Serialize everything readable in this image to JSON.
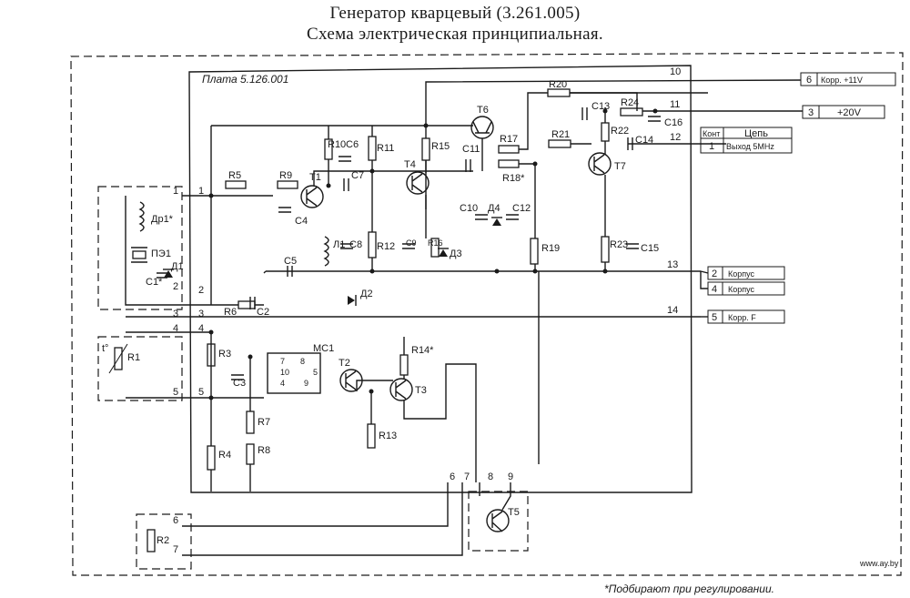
{
  "title": "Генератор кварцевый (3.261.005)",
  "subtitle": "Схема электрическая принципиальная.",
  "board_label": "Плата 5.126.001",
  "footnote": "*Подбирают при регулировании.",
  "watermark": "www.ay.by",
  "connector_table": {
    "header_left": "Конт",
    "header_right": "Цепь",
    "row_num": "1",
    "row_text": "Выход 5MHz"
  },
  "external_connectors": [
    {
      "num": "6",
      "label": "Корр. +11V"
    },
    {
      "num": "3",
      "label": "+20V"
    },
    {
      "num": "2",
      "label": "Корпус"
    },
    {
      "num": "4",
      "label": "Корпус"
    },
    {
      "num": "5",
      "label": "Корр. F"
    }
  ],
  "components": {
    "resistors": [
      "R1",
      "R2",
      "R3",
      "R4",
      "R5",
      "R6",
      "R7",
      "R8",
      "R9",
      "R10",
      "R11",
      "R12",
      "R13",
      "R14*",
      "R15",
      "R16",
      "R17",
      "R18*",
      "R19",
      "R20",
      "R21",
      "R22",
      "R23",
      "R24"
    ],
    "capacitors": [
      "C1*",
      "C2",
      "C3",
      "C4",
      "C5",
      "C6",
      "C7",
      "C8",
      "C9",
      "C10",
      "C11",
      "C12",
      "C13",
      "C14",
      "C15",
      "C16"
    ],
    "transistors": [
      "T1",
      "T2",
      "T3",
      "T4",
      "T5",
      "T6",
      "T7"
    ],
    "diodes": [
      "Д1",
      "Д2",
      "Д3",
      "Д4"
    ],
    "inductors": [
      "Др1*",
      "Л1"
    ],
    "crystal": "ПЭ1",
    "ic": "МС1",
    "thermistor": "t°"
  },
  "ic_pins": [
    "7",
    "8",
    "10",
    "5",
    "4",
    "9"
  ],
  "board_nodes": [
    "1",
    "2",
    "3",
    "4",
    "5",
    "6",
    "7",
    "8",
    "9",
    "10",
    "11",
    "12",
    "13",
    "14"
  ],
  "left_nodes": [
    "1",
    "2",
    "3",
    "4",
    "5",
    "6",
    "7"
  ]
}
